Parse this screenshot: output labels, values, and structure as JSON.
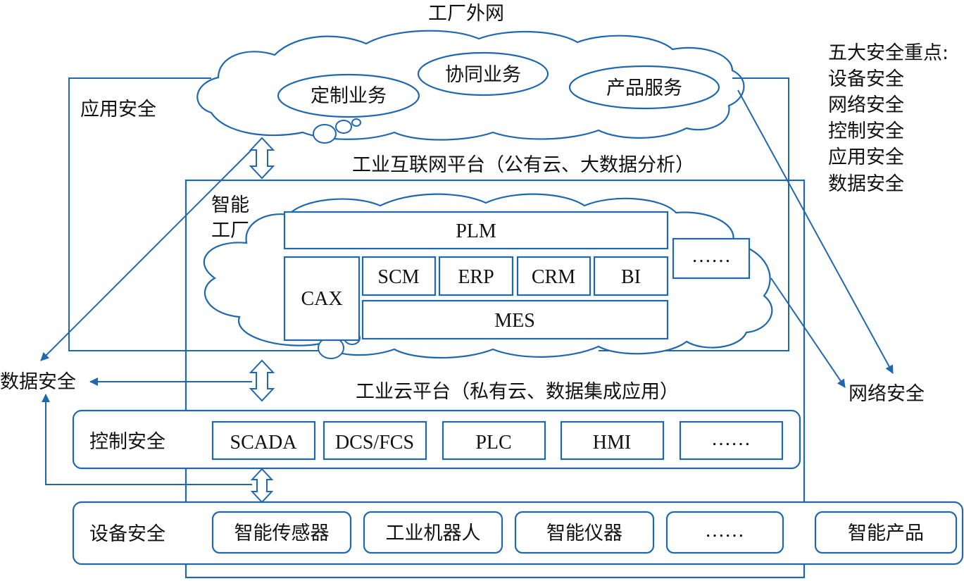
{
  "external_network": {
    "title": "工厂外网",
    "services": [
      "定制业务",
      "协同业务",
      "产品服务"
    ]
  },
  "security_focus": {
    "title": "五大安全重点:",
    "items": [
      "设备安全",
      "网络安全",
      "控制安全",
      "应用安全",
      "数据安全"
    ]
  },
  "labels": {
    "application_security": "应用安全",
    "data_security": "数据安全",
    "network_security": "网络安全",
    "control_security": "控制安全",
    "device_security": "设备安全",
    "smart_factory_line1": "智能",
    "smart_factory_line2": "工厂"
  },
  "industrial_internet_platform": "工业互联网平台（公有云、大数据分析）",
  "industrial_cloud_platform": "工业云平台（私有云、数据集成应用）",
  "factory_modules": {
    "plm": "PLM",
    "cax": "CAX",
    "scm": "SCM",
    "erp": "ERP",
    "crm": "CRM",
    "bi": "BI",
    "mes": "MES",
    "more": "……"
  },
  "control_row": [
    "SCADA",
    "DCS/FCS",
    "PLC",
    "HMI",
    "……"
  ],
  "device_row": [
    "智能传感器",
    "工业机器人",
    "智能仪器",
    "……"
  ],
  "smart_product": "智能产品"
}
